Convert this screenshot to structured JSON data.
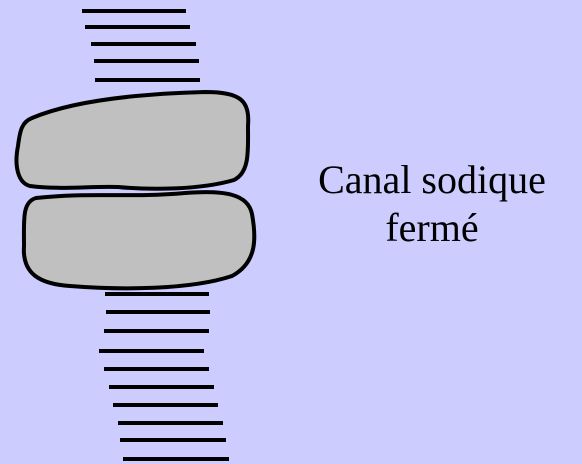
{
  "diagram": {
    "caption_line1": "Canal sodique",
    "caption_line2": "fermé",
    "background_color": "#ccccff",
    "membrane_color": "#000000",
    "protein_fill": "#c0c0c0",
    "protein_stroke": "#000000",
    "channel_state": "closed"
  }
}
